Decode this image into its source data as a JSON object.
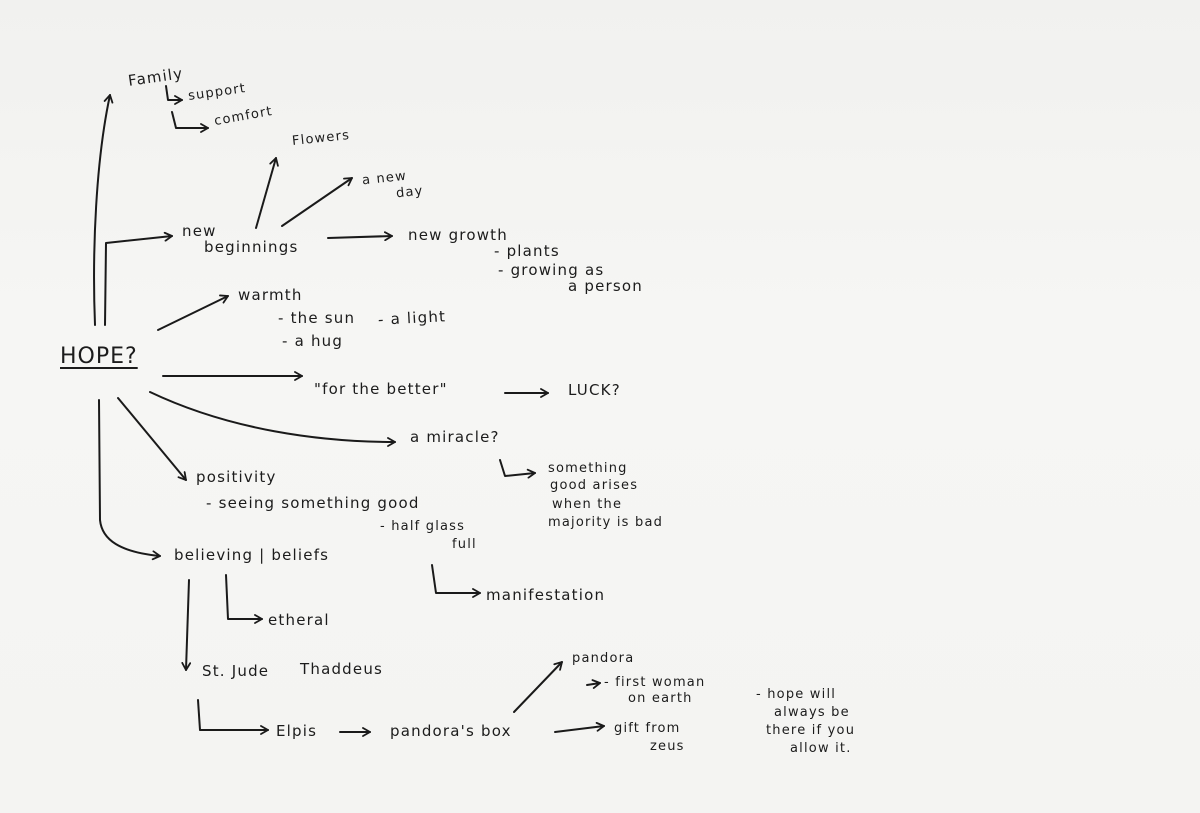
{
  "title": "HOPE?",
  "nodes": {
    "family": "Family",
    "support": "support",
    "comfort": "comfort",
    "flowers": "Flowers",
    "a_new": "a new",
    "day": "day",
    "new": "new",
    "beginnings": "beginnings",
    "new_growth": "new growth",
    "plants": "- plants",
    "growing_as": "- growing as",
    "a_person": "a person",
    "warmth": "warmth",
    "the_sun": "- the sun",
    "a_light": "- a light",
    "a_hug": "- a hug",
    "for_the_better": "\"for the better\"",
    "luck": "LUCK?",
    "a_miracle": "a miracle?",
    "something": "something",
    "good_arises": "good arises",
    "when_the": "when the",
    "majority_is_bad": "majority is bad",
    "positivity": "positivity",
    "seeing_something_good": "- seeing something good",
    "half_glass": "- half glass",
    "full": "full",
    "believing_beliefs": "believing | beliefs",
    "manifestation": "manifestation",
    "etheral": "etheral",
    "st_jude": "St. Jude",
    "thaddeus": "Thaddeus",
    "pandora": "pandora",
    "first_woman": "- first woman",
    "on_earth": "on earth",
    "elpis": "Elpis",
    "pandoras_box": "pandora's box",
    "gift_from": "gift from",
    "zeus": "zeus",
    "hope_will": "- hope will",
    "always_be": "always be",
    "there_if_you": "there if you",
    "allow_it": "allow it."
  },
  "icons": [
    "arrow-icon"
  ]
}
